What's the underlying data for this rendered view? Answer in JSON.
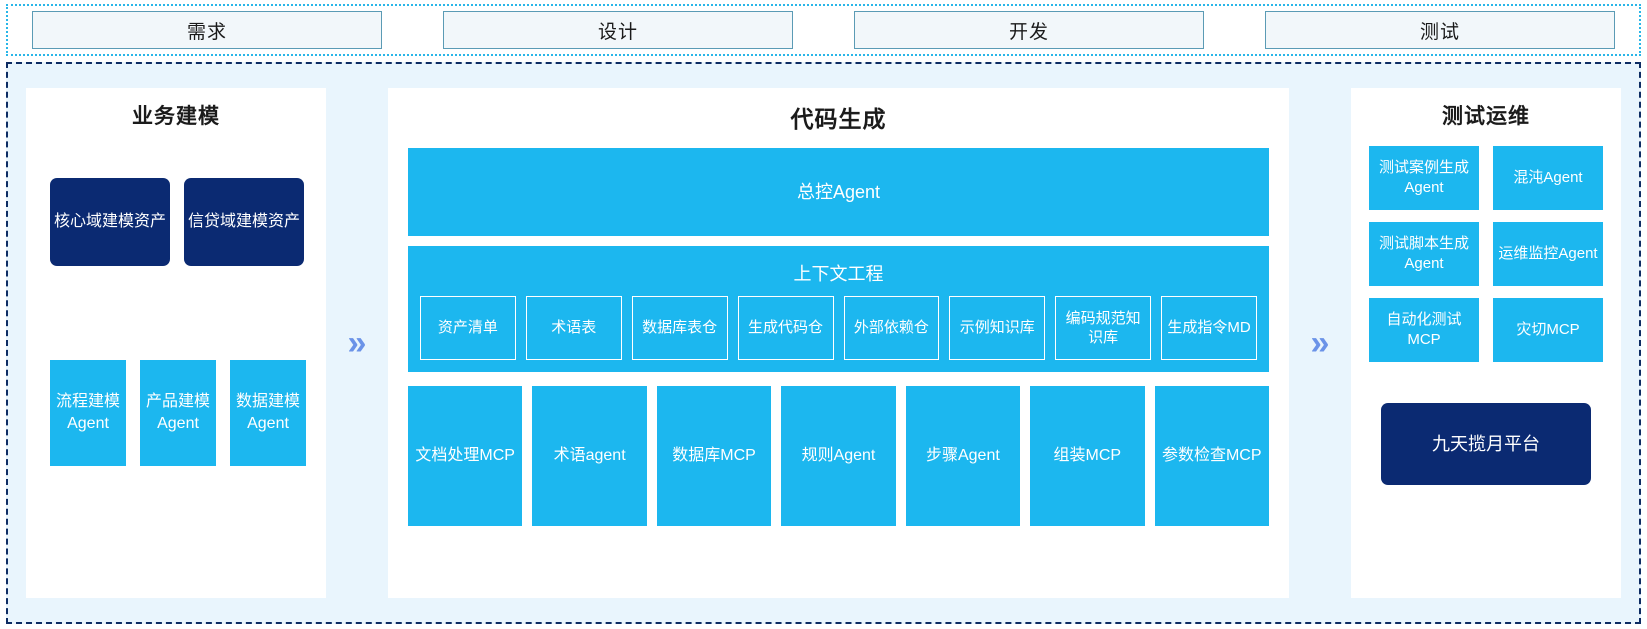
{
  "stages": [
    {
      "label": "需求"
    },
    {
      "label": "设计"
    },
    {
      "label": "开发"
    },
    {
      "label": "测试"
    }
  ],
  "arrows": {
    "left_glyph": "»",
    "right_glyph": "»"
  },
  "left_panel": {
    "title": "业务建模",
    "assets": [
      {
        "label": "核心域建模资产"
      },
      {
        "label": "信贷域建模资产"
      }
    ],
    "agents": [
      {
        "label": "流程建模Agent"
      },
      {
        "label": "产品建模Agent"
      },
      {
        "label": "数据建模Agent"
      }
    ]
  },
  "middle_panel": {
    "title": "代码生成",
    "master_agent": "总控Agent",
    "context": {
      "title": "上下文工程",
      "chips": [
        {
          "label": "资产清单"
        },
        {
          "label": "术语表"
        },
        {
          "label": "数据库表仓"
        },
        {
          "label": "生成代码仓"
        },
        {
          "label": "外部依赖仓"
        },
        {
          "label": "示例知识库"
        },
        {
          "label": "编码规范知识库"
        },
        {
          "label": "生成指令MD"
        }
      ]
    },
    "tools": [
      {
        "label": "文档处理MCP"
      },
      {
        "label": "术语agent"
      },
      {
        "label": "数据库MCP"
      },
      {
        "label": "规则Agent"
      },
      {
        "label": "步骤Agent"
      },
      {
        "label": "组装MCP"
      },
      {
        "label": "参数检查MCP"
      }
    ]
  },
  "right_panel": {
    "title": "测试运维",
    "items": [
      {
        "label": "测试案例生成Agent"
      },
      {
        "label": "混沌Agent"
      },
      {
        "label": "测试脚本生成Agent"
      },
      {
        "label": "运维监控Agent"
      },
      {
        "label": "自动化测试MCP"
      },
      {
        "label": "灾切MCP"
      }
    ],
    "platform": "九天揽月平台"
  },
  "colors": {
    "cyan": "#1cb7ef",
    "navy": "#0b2a72",
    "background": "#e9f5fd",
    "stage_border": "#29b6e8",
    "section_border": "#0d2c63",
    "arrow": "#6b93e8"
  }
}
